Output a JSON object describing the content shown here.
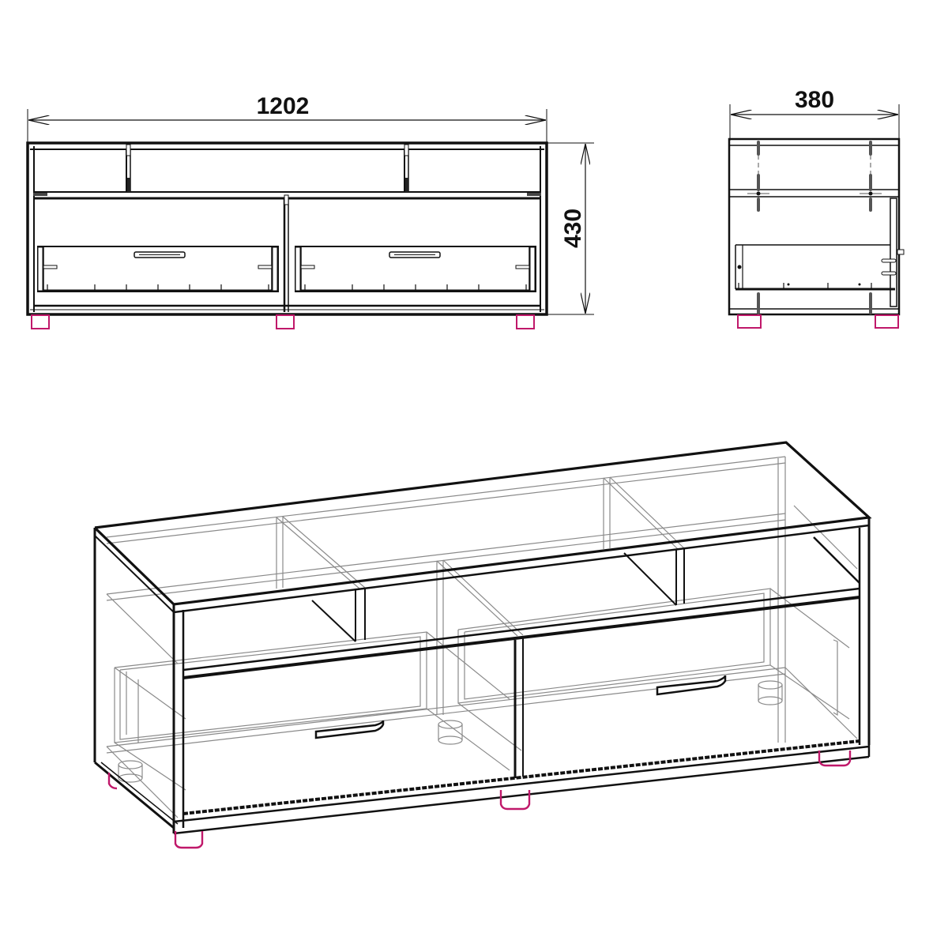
{
  "drawing": {
    "subject": "TV stand with two drawers and three open shelf compartments",
    "colors": {
      "line": "#111111",
      "hidden_line": "#8a8a8a",
      "feet": "#c0186a",
      "background": "#ffffff"
    },
    "front_view": {
      "width_dimension": "1202",
      "height_dimension": "430",
      "upper_compartments": 3,
      "drawers": 2,
      "feet": 3
    },
    "side_view": {
      "depth_dimension": "380",
      "feet": 2
    },
    "isometric_view": {
      "drawers": 2,
      "feet_visible": 4
    }
  }
}
